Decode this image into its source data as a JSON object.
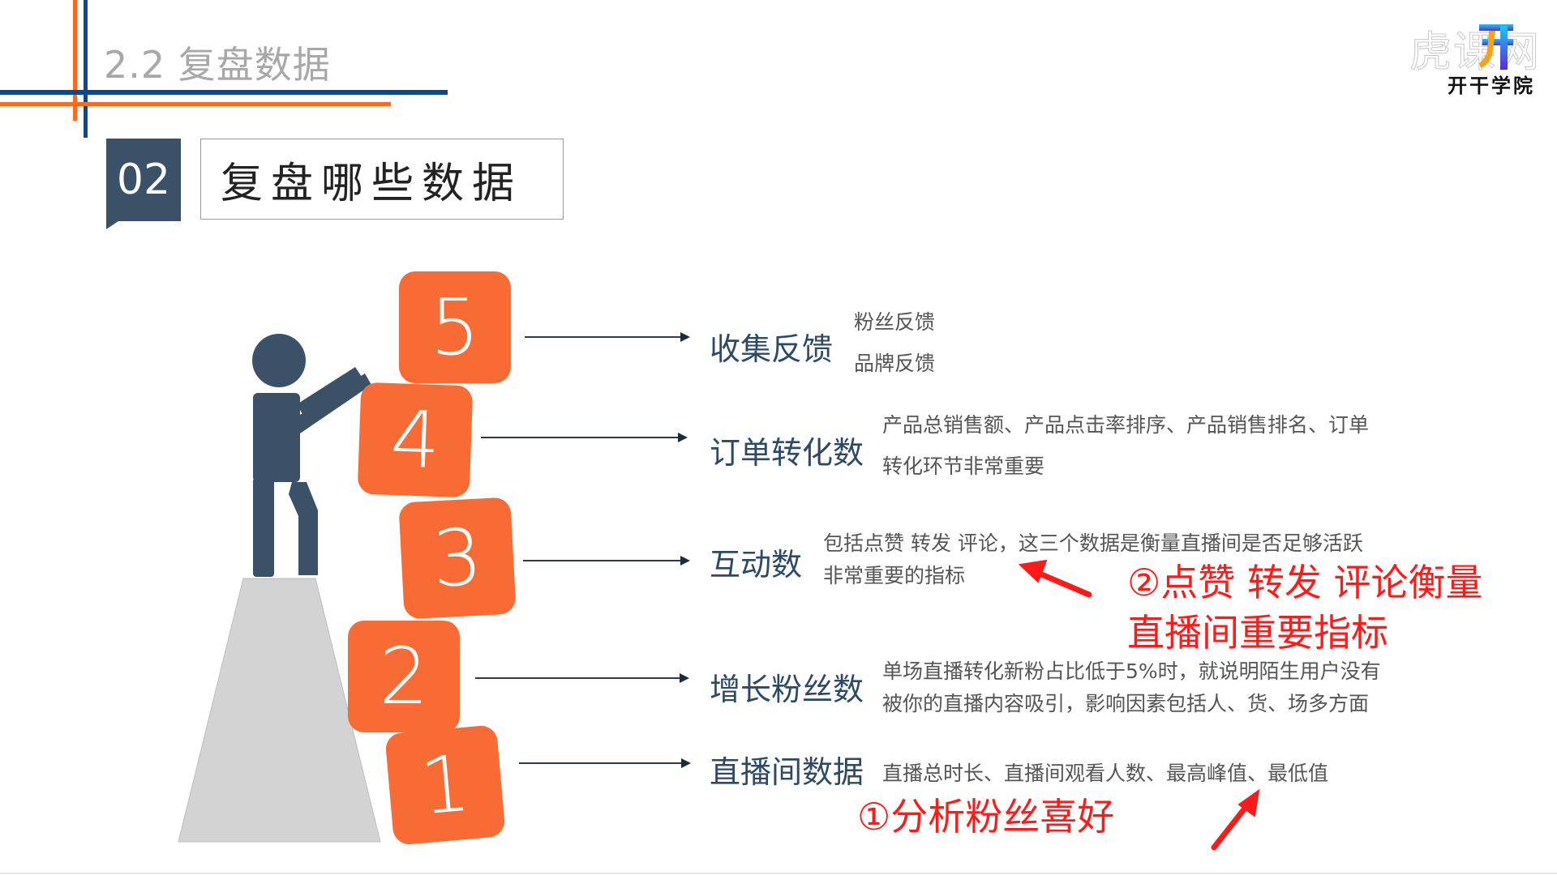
{
  "header": {
    "section_heading": "2.2  复盘数据",
    "badge_number": "02",
    "title": "复盘哪些数据"
  },
  "branding": {
    "watermark": "虎课网",
    "logo_text": "开干学院"
  },
  "colors": {
    "orange_accent": "#f96b35",
    "navy_accent": "#3b5168",
    "rule_blue": "#0a4a8c",
    "rule_orange": "#ff6a1f",
    "label_color": "#2c4a66",
    "annotation_red": "#ff1a1a",
    "pedestal_gray": "#d3d3d3"
  },
  "steps": [
    {
      "number": "5",
      "label": "收集反馈",
      "details": [
        "粉丝反馈",
        "品牌反馈"
      ]
    },
    {
      "number": "4",
      "label": "订单转化数",
      "details": [
        "产品总销售额、产品点击率排序、产品销售排名、订单",
        "转化环节非常重要"
      ]
    },
    {
      "number": "3",
      "label": "互动数",
      "details": [
        "包括点赞 转发 评论，这三个数据是衡量直播间是否足够活跃",
        "非常重要的指标"
      ]
    },
    {
      "number": "2",
      "label": "增长粉丝数",
      "details": [
        "单场直播转化新粉占比低于5%时，就说明陌生用户没有",
        "被你的直播内容吸引，影响因素包括人、货、场多方面"
      ]
    },
    {
      "number": "1",
      "label": "直播间数据",
      "details": [
        "直播总时长、直播间观看人数、最高峰值、最低值"
      ]
    }
  ],
  "annotations": [
    {
      "id": "note-1",
      "lines": [
        "①分析粉丝喜好"
      ]
    },
    {
      "id": "note-2",
      "lines": [
        "②点赞 转发 评论衡量",
        "直播间重要指标"
      ]
    }
  ],
  "illustration": {
    "figure": "person-reaching-icon",
    "pedestal": "pedestal-shape"
  }
}
